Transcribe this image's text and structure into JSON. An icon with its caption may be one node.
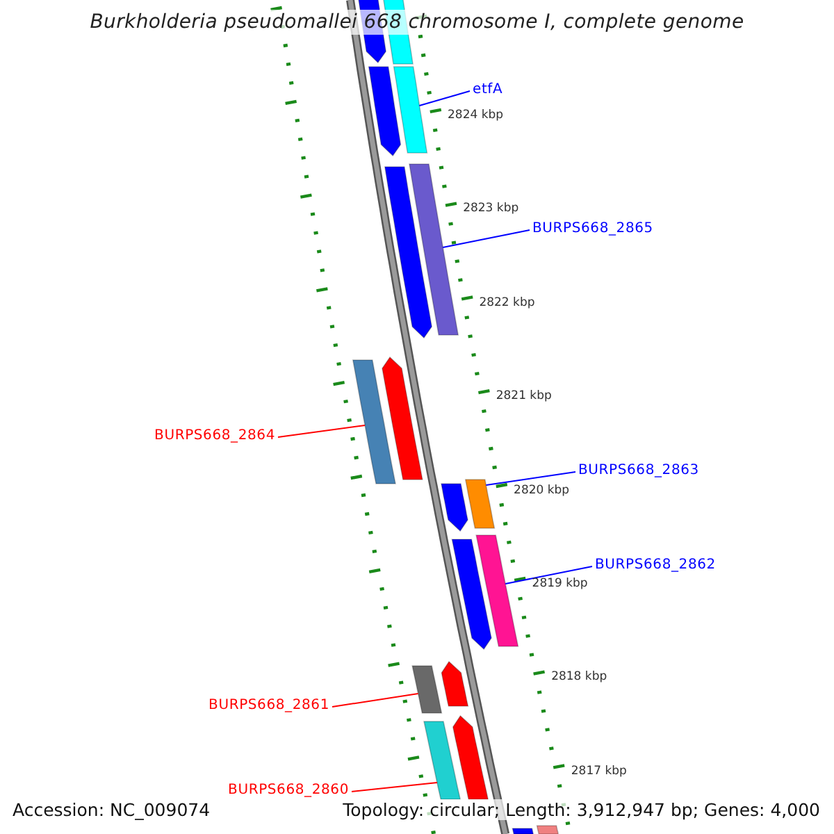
{
  "diagram": {
    "title": "Burkholderia pseudomallei 668 chromosome I, complete genome",
    "nodes": [
      {
        "text": [
          "etfA"
        ]
      },
      {
        "text": [
          "BURPS668_2865"
        ]
      },
      {
        "text": [
          "BURPS668_2864"
        ]
      },
      {
        "text": [
          "BURPS668_2863"
        ]
      },
      {
        "text": [
          "BURPS668_2862"
        ]
      },
      {
        "text": [
          "BURPS668_2861"
        ]
      },
      {
        "text": [
          "BURPS668_2860"
        ]
      },
      {
        "text": [],
        "shape": "arrow"
      },
      {
        "text": [],
        "shape": "bar"
      },
      {
        "text": [],
        "shape": "arrow"
      },
      {
        "text": [],
        "shape": "bar"
      },
      {
        "text": [],
        "shape": "arrow"
      },
      {
        "text": [],
        "shape": "bar"
      },
      {
        "text": [],
        "shape": "bar"
      },
      {
        "text": [],
        "shape": "arrow"
      },
      {
        "text": [],
        "shape": "arrow"
      },
      {
        "text": [],
        "shape": "bar"
      },
      {
        "text": [],
        "shape": "arrow"
      },
      {
        "text": [],
        "shape": "bar"
      },
      {
        "text": [],
        "shape": "bar"
      },
      {
        "text": [],
        "shape": "arrow"
      },
      {
        "text": [],
        "shape": "bar"
      },
      {
        "text": [],
        "shape": "arrow"
      },
      {
        "text": [],
        "shape": "bar"
      },
      {
        "text": [],
        "shape": "bar"
      }
    ],
    "edges": [
      {
        "from": 0,
        "to": 10,
        "arrow": "none"
      },
      {
        "from": 1,
        "to": 12,
        "arrow": "none"
      },
      {
        "from": 2,
        "to": 13,
        "arrow": "none",
        "color": "#ff0000"
      },
      {
        "from": 3,
        "to": 16,
        "arrow": "none"
      },
      {
        "from": 4,
        "to": 18,
        "arrow": "none"
      },
      {
        "from": 5,
        "to": 19,
        "arrow": "none",
        "color": "#ff0000"
      },
      {
        "from": 6,
        "to": 21,
        "arrow": "none",
        "color": "#ff0000"
      }
    ],
    "labels": [
      "2824 kbp",
      "2823 kbp",
      "2822 kbp",
      "2821 kbp",
      "2820 kbp",
      "2819 kbp",
      "2818 kbp",
      "2817 kbp",
      "Accession: NC_009074",
      "Topology: circular; Length: 3,912,947 bp; Genes: 4,000"
    ]
  }
}
